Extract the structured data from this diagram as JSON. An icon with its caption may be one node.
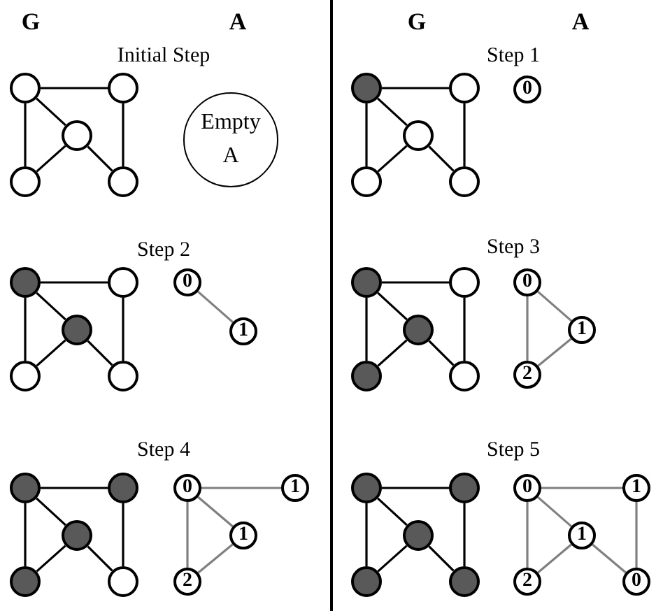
{
  "diagram": {
    "nodes": [
      {
        "text": [],
        "shape": "circle"
      },
      {
        "text": [],
        "shape": "circle"
      },
      {
        "text": [],
        "shape": "circle"
      },
      {
        "text": [],
        "shape": "circle"
      },
      {
        "text": [],
        "shape": "circle"
      },
      {
        "text": [
          "Empty A"
        ]
      },
      {
        "text": [],
        "shape": "circle"
      },
      {
        "text": [],
        "shape": "circle"
      },
      {
        "text": [],
        "shape": "circle"
      },
      {
        "text": [],
        "shape": "circle"
      },
      {
        "text": [],
        "shape": "circle"
      },
      {
        "text": [
          "0"
        ]
      },
      {
        "text": [],
        "shape": "circle"
      },
      {
        "text": [],
        "shape": "circle"
      },
      {
        "text": [],
        "shape": "circle"
      },
      {
        "text": [],
        "shape": "circle"
      },
      {
        "text": [],
        "shape": "circle"
      },
      {
        "text": [
          "0"
        ]
      },
      {
        "text": [
          "1"
        ]
      },
      {
        "text": [],
        "shape": "circle"
      },
      {
        "text": [],
        "shape": "circle"
      },
      {
        "text": [],
        "shape": "circle"
      },
      {
        "text": [],
        "shape": "circle"
      },
      {
        "text": [],
        "shape": "circle"
      },
      {
        "text": [
          "0"
        ]
      },
      {
        "text": [
          "1"
        ]
      },
      {
        "text": [
          "2"
        ]
      },
      {
        "text": [],
        "shape": "circle"
      },
      {
        "text": [],
        "shape": "circle"
      },
      {
        "text": [],
        "shape": "circle"
      },
      {
        "text": [],
        "shape": "circle"
      },
      {
        "text": [],
        "shape": "circle"
      },
      {
        "text": [
          "0"
        ]
      },
      {
        "text": [
          "1"
        ]
      },
      {
        "text": [
          "1"
        ]
      },
      {
        "text": [
          "2"
        ]
      },
      {
        "text": [],
        "shape": "circle"
      },
      {
        "text": [],
        "shape": "circle"
      },
      {
        "text": [],
        "shape": "circle"
      },
      {
        "text": [],
        "shape": "circle"
      },
      {
        "text": [],
        "shape": "circle"
      },
      {
        "text": [
          "0"
        ]
      },
      {
        "text": [
          "1"
        ]
      },
      {
        "text": [
          "1"
        ]
      },
      {
        "text": [
          "2"
        ]
      },
      {
        "text": [
          "0"
        ]
      }
    ],
    "edges": [
      {
        "from": 0,
        "to": 1,
        "arrow": "none"
      },
      {
        "from": 0,
        "to": 3,
        "arrow": "none"
      },
      {
        "from": 0,
        "to": 2,
        "arrow": "none"
      },
      {
        "from": 2,
        "to": 3,
        "arrow": "none"
      },
      {
        "from": 2,
        "to": 4,
        "arrow": "none"
      },
      {
        "from": 1,
        "to": 4,
        "arrow": "none"
      },
      {
        "from": 6,
        "to": 7,
        "arrow": "none"
      },
      {
        "from": 6,
        "to": 9,
        "arrow": "none"
      },
      {
        "from": 6,
        "to": 8,
        "arrow": "none"
      },
      {
        "from": 8,
        "to": 9,
        "arrow": "none"
      },
      {
        "from": 8,
        "to": 10,
        "arrow": "none"
      },
      {
        "from": 7,
        "to": 10,
        "arrow": "none"
      },
      {
        "from": 12,
        "to": 13,
        "arrow": "none"
      },
      {
        "from": 12,
        "to": 15,
        "arrow": "none"
      },
      {
        "from": 12,
        "to": 14,
        "arrow": "none"
      },
      {
        "from": 14,
        "to": 15,
        "arrow": "none"
      },
      {
        "from": 14,
        "to": 16,
        "arrow": "none"
      },
      {
        "from": 13,
        "to": 16,
        "arrow": "none"
      },
      {
        "from": 17,
        "to": 18,
        "arrow": "none",
        "color": "#808080"
      },
      {
        "from": 19,
        "to": 20,
        "arrow": "none"
      },
      {
        "from": 19,
        "to": 22,
        "arrow": "none"
      },
      {
        "from": 19,
        "to": 21,
        "arrow": "none"
      },
      {
        "from": 21,
        "to": 22,
        "arrow": "none"
      },
      {
        "from": 21,
        "to": 23,
        "arrow": "none"
      },
      {
        "from": 20,
        "to": 23,
        "arrow": "none"
      },
      {
        "from": 24,
        "to": 25,
        "arrow": "none",
        "color": "#808080"
      },
      {
        "from": 24,
        "to": 26,
        "arrow": "none",
        "color": "#808080"
      },
      {
        "from": 25,
        "to": 26,
        "arrow": "none",
        "color": "#808080"
      },
      {
        "from": 27,
        "to": 28,
        "arrow": "none"
      },
      {
        "from": 27,
        "to": 30,
        "arrow": "none"
      },
      {
        "from": 27,
        "to": 29,
        "arrow": "none"
      },
      {
        "from": 29,
        "to": 30,
        "arrow": "none"
      },
      {
        "from": 29,
        "to": 31,
        "arrow": "none"
      },
      {
        "from": 28,
        "to": 31,
        "arrow": "none"
      },
      {
        "from": 32,
        "to": 33,
        "arrow": "none",
        "color": "#808080"
      },
      {
        "from": 32,
        "to": 34,
        "arrow": "none",
        "color": "#808080"
      },
      {
        "from": 32,
        "to": 35,
        "arrow": "none",
        "color": "#808080"
      },
      {
        "from": 34,
        "to": 35,
        "arrow": "none",
        "color": "#808080"
      },
      {
        "from": 36,
        "to": 37,
        "arrow": "none"
      },
      {
        "from": 36,
        "to": 39,
        "arrow": "none"
      },
      {
        "from": 36,
        "to": 38,
        "arrow": "none"
      },
      {
        "from": 38,
        "to": 39,
        "arrow": "none"
      },
      {
        "from": 38,
        "to": 40,
        "arrow": "none"
      },
      {
        "from": 37,
        "to": 40,
        "arrow": "none"
      },
      {
        "from": 41,
        "to": 42,
        "arrow": "none",
        "color": "#808080"
      },
      {
        "from": 41,
        "to": 43,
        "arrow": "none",
        "color": "#808080"
      },
      {
        "from": 41,
        "to": 44,
        "arrow": "none",
        "color": "#808080"
      },
      {
        "from": 43,
        "to": 44,
        "arrow": "none",
        "color": "#808080"
      },
      {
        "from": 42,
        "to": 45,
        "arrow": "none",
        "color": "#808080"
      },
      {
        "from": 43,
        "to": 45,
        "arrow": "none",
        "color": "#808080"
      }
    ],
    "labels": [
      "G",
      "A",
      "G",
      "A",
      "Initial Step",
      "Step 1",
      "Step 2",
      "Step 3",
      "Step 4",
      "Step 5"
    ]
  }
}
